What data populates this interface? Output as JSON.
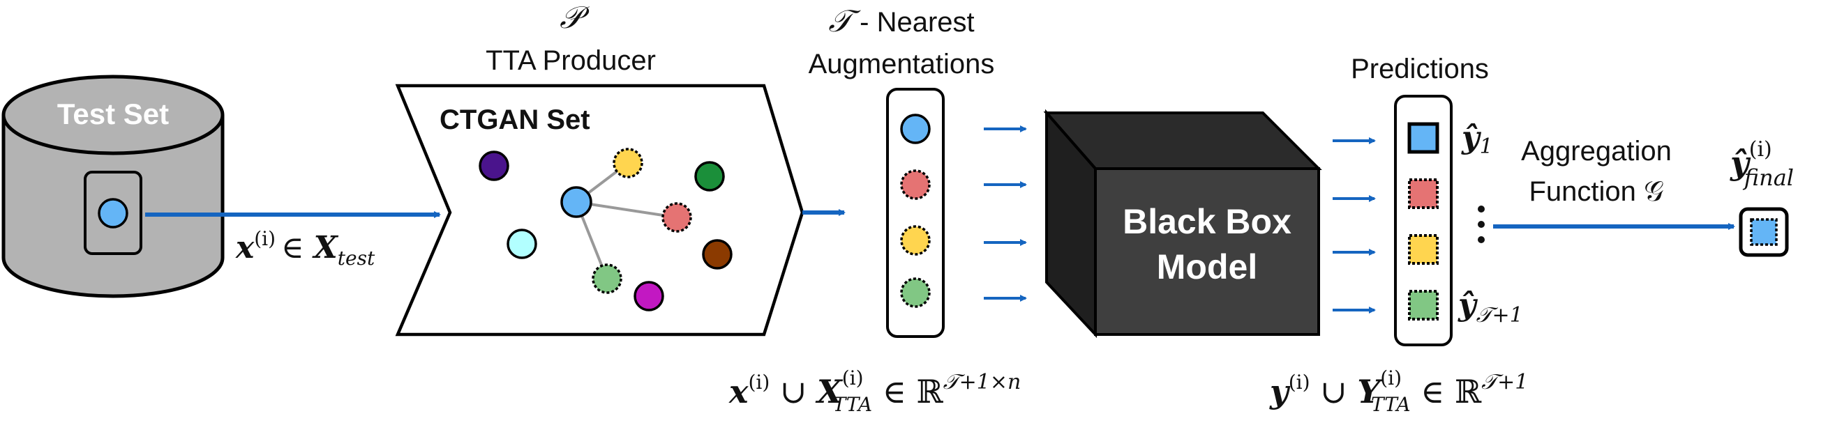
{
  "test_set": {
    "label": "Test Set"
  },
  "input_label": {
    "x": "x",
    "sup": "(i)",
    "rel": "∈ ",
    "X": "X",
    "sub": "test"
  },
  "producer": {
    "symbol": "𝒫",
    "title": "TTA Producer",
    "set_label": "CTGAN Set"
  },
  "nearest": {
    "symbol": "𝒯",
    "line1": " - Nearest",
    "line2": "Augmentations"
  },
  "aug_formula": {
    "x": "x",
    "sup_i": "(i)",
    "cup": " ∪ ",
    "X": "X",
    "sub": "TTA",
    "in_R": " ∈ ℝ",
    "dim": "𝒯+1×n"
  },
  "model": {
    "line1": "Black Box",
    "line2": "Model"
  },
  "predictions": {
    "title": "Predictions",
    "first": "ŷ",
    "first_sub": "1",
    "last": "ŷ",
    "last_sub": "𝒯+1"
  },
  "pred_formula": {
    "y": "y",
    "sup_i": "(i)",
    "cup": " ∪ ",
    "Y": "Y",
    "sub": "TTA",
    "in_R": " ∈ ℝ",
    "dim": "𝒯+1"
  },
  "aggregation": {
    "line1": "Aggregation",
    "line2": "Function 𝒢"
  },
  "final": {
    "y": "ŷ",
    "sup": "(i)",
    "sub": "final"
  },
  "colors": {
    "arrow": "#1565c0",
    "cylinder": "#b3b3b3",
    "model_front": "#3f3f3f",
    "model_top": "#2b2b2b",
    "model_side": "#1f1f1f",
    "blue": "#64b5f6",
    "red": "#e57373",
    "yellow": "#ffd54f",
    "green": "#81c784",
    "purple": "#4a148c",
    "dark_green": "#1b8f3a",
    "cyan": "#b2ffff",
    "brown": "#8b3a00",
    "magenta": "#c218c2"
  }
}
